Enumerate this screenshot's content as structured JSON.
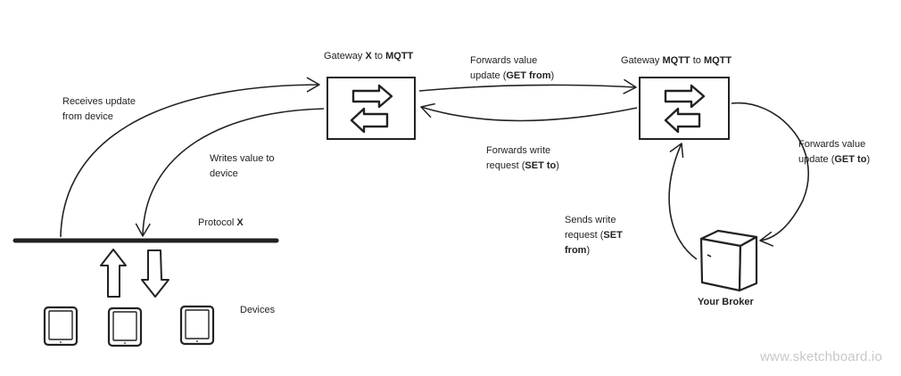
{
  "labels": {
    "gateway_x": [
      "Gateway ",
      "X",
      " to ",
      "MQTT"
    ],
    "gateway_mqtt": [
      "Gateway ",
      "MQTT",
      " to ",
      "MQTT"
    ],
    "receives_update": {
      "line1": "Receives update",
      "line2": "from device"
    },
    "writes_value": {
      "line1": "Writes value to",
      "line2": "device"
    },
    "forwards_value_get_from": {
      "line1": "Forwards value",
      "line2": [
        "update (",
        "GET from",
        ")"
      ]
    },
    "forwards_write_set_to": {
      "line1": "Forwards write",
      "line2": [
        "request (",
        "SET to",
        ")"
      ]
    },
    "forwards_value_get_to": {
      "line1": "Forwards value",
      "line2": [
        "update (",
        "GET to",
        ")"
      ]
    },
    "sends_write_set_from": {
      "line1": "Sends write",
      "line2": [
        "request (",
        "SET"
      ],
      "line3": [
        "from",
        ")"
      ]
    },
    "protocol": [
      "Protocol ",
      "X"
    ],
    "devices": "Devices",
    "broker": "Your Broker"
  },
  "watermark": "www.sketchboard.io",
  "colors": {
    "stroke": "#222222",
    "watermark": "#c8c8c8"
  },
  "icons": [
    "gateway-icon",
    "broker-box-icon",
    "tablet-icon"
  ]
}
